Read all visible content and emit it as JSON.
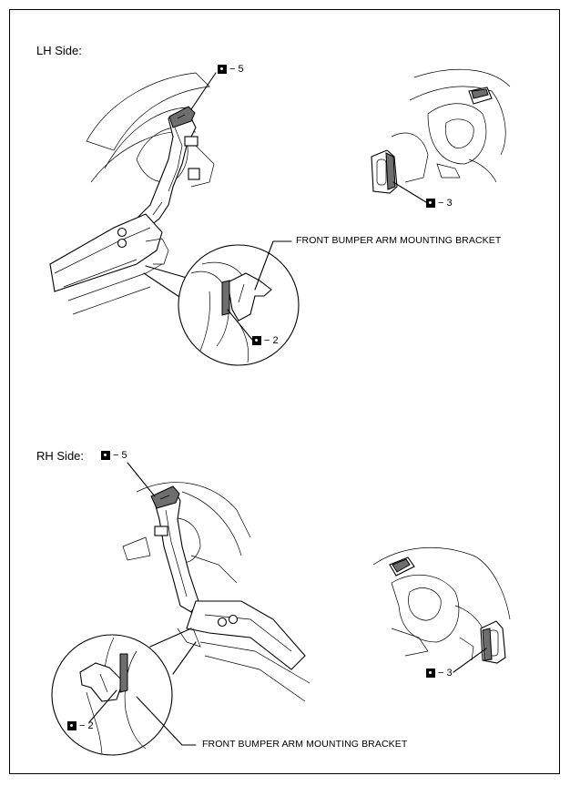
{
  "lh": {
    "title": "LH Side:",
    "callout_top": "− 5",
    "callout_right": "− 3",
    "callout_detail": "− 2",
    "bracket_label": "FRONT BUMPER ARM MOUNTING BRACKET"
  },
  "rh": {
    "title": "RH Side:",
    "callout_top": "− 5",
    "callout_right": "− 3",
    "callout_detail": "− 2",
    "bracket_label": "FRONT BUMPER ARM MOUNTING BRACKET"
  },
  "icons": {
    "weld": "spot-weld-icon"
  }
}
